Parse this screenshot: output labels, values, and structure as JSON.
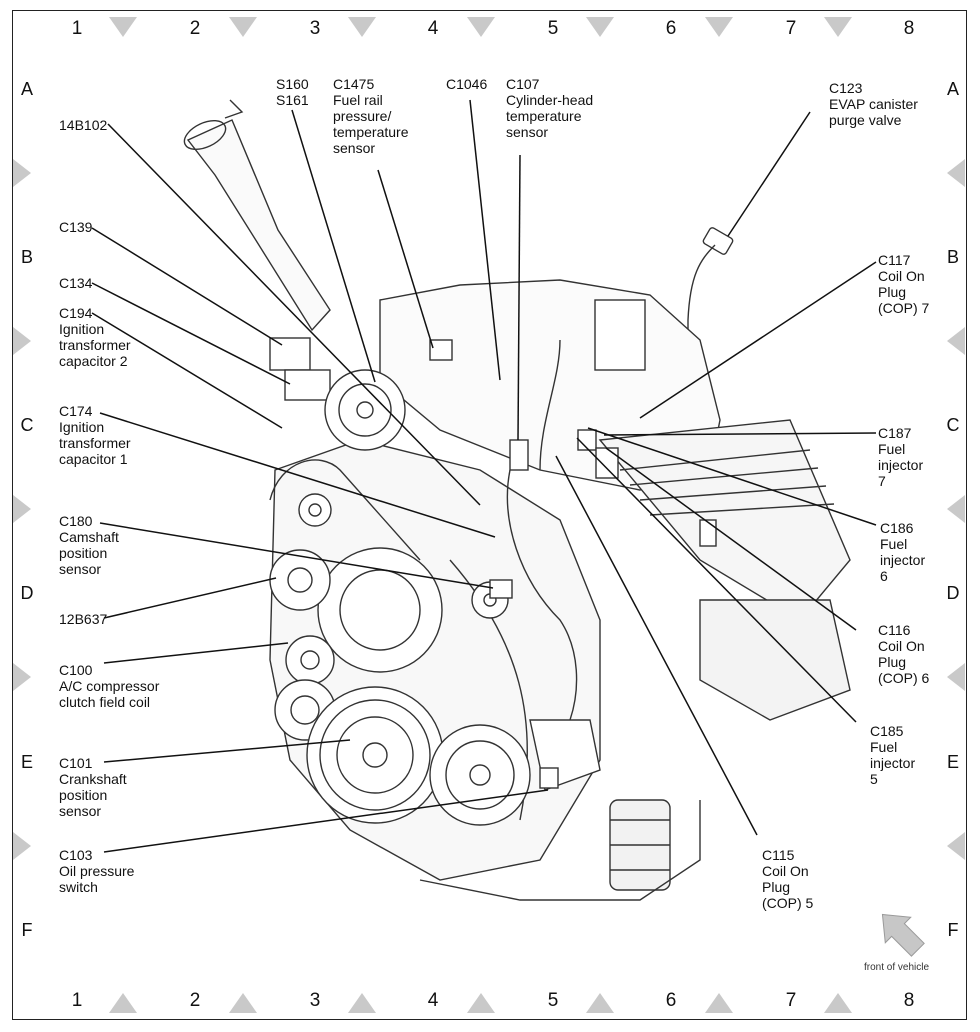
{
  "grid": {
    "columns": [
      "1",
      "2",
      "3",
      "4",
      "5",
      "6",
      "7",
      "8"
    ],
    "rows": [
      "A",
      "B",
      "C",
      "D",
      "E",
      "F"
    ]
  },
  "labels": {
    "s160": "S160\nS161",
    "c1475": "C1475\nFuel rail\npressure/\ntemperature\nsensor",
    "c1046": "C1046",
    "c107": "C107\nCylinder-head\ntemperature\nsensor",
    "c123": "C123\nEVAP canister\npurge valve",
    "b14b102": "14B102",
    "c139": "C139",
    "c134": "C134",
    "c194": "C194\nIgnition\ntransformer\ncapacitor 2",
    "c174": "C174\nIgnition\ntransformer\ncapacitor 1",
    "c180": "C180\nCamshaft\nposition\nsensor",
    "b12b637": "12B637",
    "c100": "C100\nA/C compressor\nclutch field coil",
    "c101": "C101\nCrankshaft\nposition\nsensor",
    "c103": "C103\nOil pressure\nswitch",
    "c117": "C117\nCoil On\nPlug\n(COP) 7",
    "c187": "C187\nFuel\ninjector\n7",
    "c186": "C186\nFuel\ninjector\n6",
    "c116": "C116\nCoil On\nPlug\n(COP) 6",
    "c185": "C185\nFuel\ninjector\n5",
    "c115": "C115\nCoil On\nPlug\n(COP) 5"
  },
  "front_of_vehicle": "front of vehicle",
  "colors": {
    "line": "#111111",
    "marker": "#c9c9c9",
    "drawing": "#333333"
  }
}
